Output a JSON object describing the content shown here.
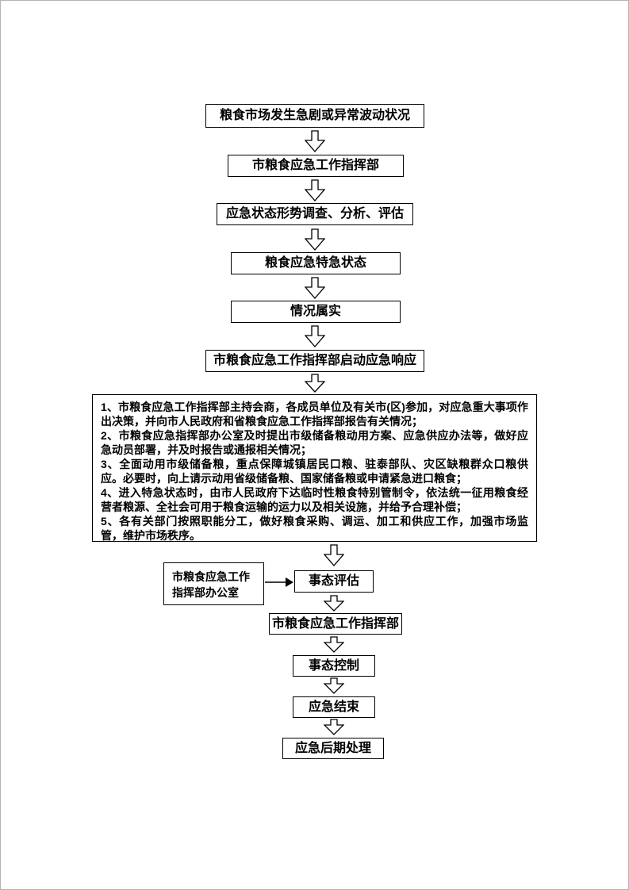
{
  "colors": {
    "box_border": "#000000",
    "box_fill": "#ffffff",
    "text": "#000000",
    "arrow_fill": "#ffffff",
    "arrow_stroke": "#000000"
  },
  "flow_top": [
    {
      "label": "粮食市场发生急剧或异常波动状况"
    },
    {
      "label": "市粮食应急工作指挥部"
    },
    {
      "label": "应急状态形势调查、分析、评估"
    },
    {
      "label": "粮食应急特急状态"
    },
    {
      "label": "情况属实"
    },
    {
      "label": "市粮食应急工作指挥部启动应急响应"
    }
  ],
  "detail_box": {
    "items": [
      "1、市粮食应急工作指挥部主持会商，各成员单位及有关市(区)参加，对应急重大事项作出决策，并向市人民政府和省粮食应急工作指挥部报告有关情况；",
      "2、市粮食应急指挥部办公室及时提出市级储备粮动用方案、应急供应办法等，做好应急动员部署，并及时报告或通报相关情况；",
      "3、全面动用市级储备粮，重点保障城镇居民口粮、驻泰部队、灾区缺粮群众口粮供应。必要时，向上请示动用省级储备粮、国家储备粮或申请紧急进口粮食；",
      "4、进入特急状态时，由市人民政府下达临时性粮食特别管制令，依法统一征用粮食经营者粮源、全社会可用于粮食运输的运力以及相关设施，并给予合理补偿；",
      "5、各有关部门按照职能分工，做好粮食采购、调运、加工和供应工作，加强市场监管，维护市场秩序。"
    ]
  },
  "side_box": {
    "label": "市粮食应急工作指挥部办公室"
  },
  "flow_bottom": [
    {
      "label": "事态评估"
    },
    {
      "label": "市粮食应急工作指挥部"
    },
    {
      "label": "事态控制"
    },
    {
      "label": "应急结束"
    },
    {
      "label": "应急后期处理"
    }
  ]
}
